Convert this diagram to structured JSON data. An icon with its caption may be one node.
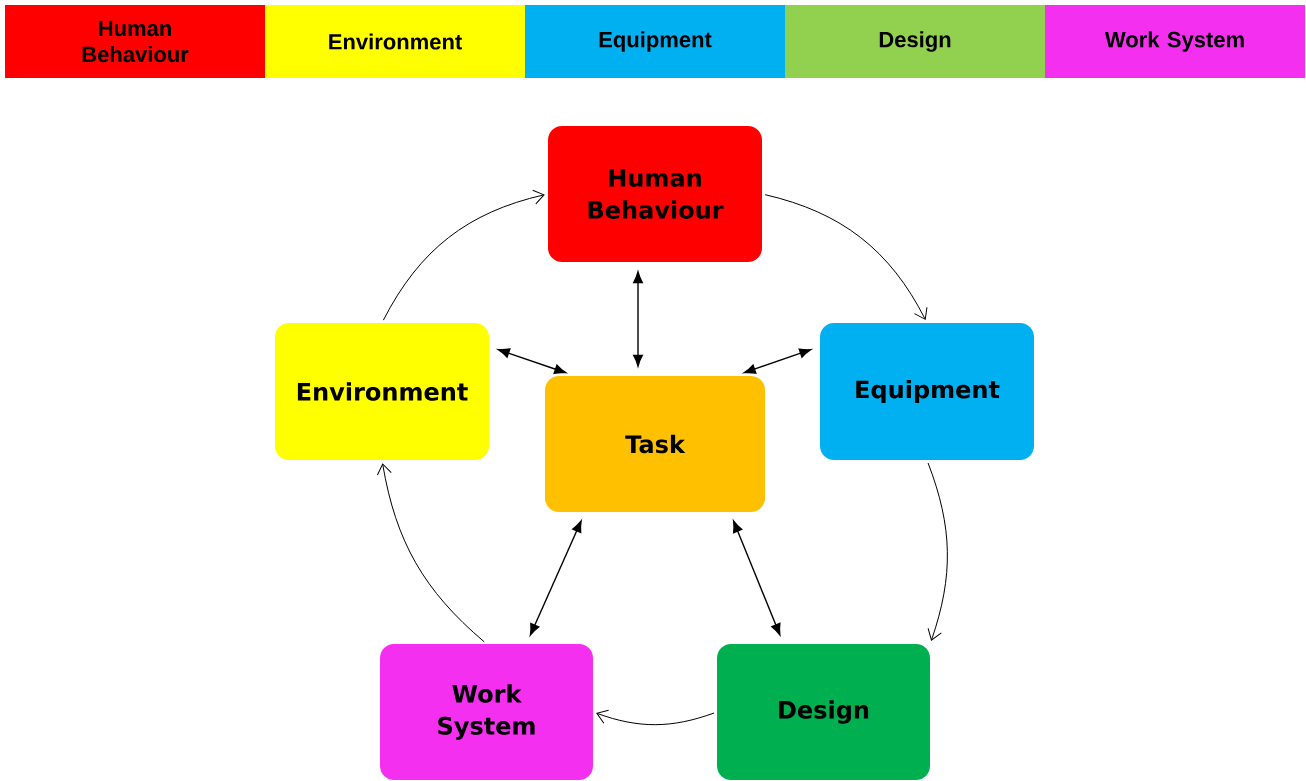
{
  "diagram": {
    "nodes": [
      {
        "text": [
          "Human Behaviour"
        ]
      },
      {
        "text": [
          "Environment"
        ]
      },
      {
        "text": [
          "Equipment"
        ]
      },
      {
        "text": [
          "Design"
        ]
      },
      {
        "text": [
          "Work System"
        ]
      },
      {
        "text": [
          "Human Behaviour"
        ]
      },
      {
        "text": [
          "Environment"
        ]
      },
      {
        "text": [
          "Task"
        ]
      },
      {
        "text": [
          "Equipment"
        ]
      },
      {
        "text": [
          "Work System"
        ]
      },
      {
        "text": [
          "Design"
        ]
      }
    ],
    "edges": [
      {
        "from": 6,
        "to": 5,
        "arrow": "to"
      },
      {
        "from": 5,
        "to": 8,
        "arrow": "to"
      },
      {
        "from": 8,
        "to": 10,
        "arrow": "to"
      },
      {
        "from": 10,
        "to": 9,
        "arrow": "to"
      },
      {
        "from": 9,
        "to": 6,
        "arrow": "to"
      },
      {
        "from": 7,
        "to": 5,
        "arrow": "both"
      },
      {
        "from": 7,
        "to": 6,
        "arrow": "both"
      },
      {
        "from": 7,
        "to": 8,
        "arrow": "both"
      },
      {
        "from": 7,
        "to": 9,
        "arrow": "both"
      },
      {
        "from": 7,
        "to": 10,
        "arrow": "both"
      }
    ]
  }
}
